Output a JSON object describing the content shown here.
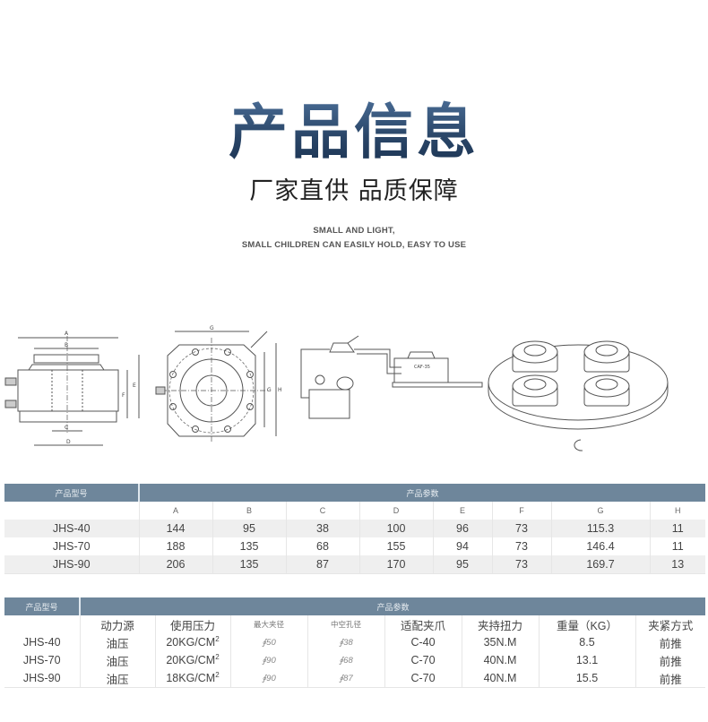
{
  "header": {
    "title": "产品信息",
    "subtitle": "厂家直供 品质保障",
    "tagline_line1": "SMALL AND LIGHT,",
    "tagline_line2": "SMALL CHILDREN CAN EASILY HOLD, EASY TO USE"
  },
  "diagrams": {
    "side_view_labels": [
      "A",
      "B",
      "C",
      "D",
      "E",
      "F"
    ],
    "top_view_labels": [
      "G",
      "H"
    ],
    "pump_panel_text": "CAF-35",
    "items": [
      "side-view-drawing",
      "top-view-drawing",
      "hydraulic-system-drawing",
      "four-chuck-rotary-table-drawing"
    ]
  },
  "table1": {
    "model_header": "产品型号",
    "params_header": "产品参数",
    "columns": [
      "A",
      "B",
      "C",
      "D",
      "E",
      "F",
      "G",
      "H"
    ],
    "rows": [
      {
        "model": "JHS-40",
        "values": [
          "144",
          "95",
          "38",
          "100",
          "96",
          "73",
          "115.3",
          "11"
        ]
      },
      {
        "model": "JHS-70",
        "values": [
          "188",
          "135",
          "68",
          "155",
          "94",
          "73",
          "146.4",
          "11"
        ]
      },
      {
        "model": "JHS-90",
        "values": [
          "206",
          "135",
          "87",
          "170",
          "95",
          "73",
          "169.7",
          "13"
        ]
      }
    ]
  },
  "table2": {
    "model_header": "产品型号",
    "params_header": "产品参数",
    "columns": [
      "动力源",
      "使用压力",
      "最大夹径",
      "中空孔径",
      "适配夹爪",
      "夹持扭力",
      "重量（KG）",
      "夹紧方式"
    ],
    "rows": [
      {
        "model": "JHS-40",
        "power": "油压",
        "pressure": "20KG/CM",
        "pressure_sup": "2",
        "max_clamp": "∮50",
        "bore": "∮38",
        "jaw": "C-40",
        "torque": "35N.M",
        "weight": "8.5",
        "clamp_mode": "前推"
      },
      {
        "model": "JHS-70",
        "power": "油压",
        "pressure": "20KG/CM",
        "pressure_sup": "2",
        "max_clamp": "∮90",
        "bore": "∮68",
        "jaw": "C-70",
        "torque": "40N.M",
        "weight": "13.1",
        "clamp_mode": "前推"
      },
      {
        "model": "JHS-90",
        "power": "油压",
        "pressure": "18KG/CM",
        "pressure_sup": "2",
        "max_clamp": "∮90",
        "bore": "∮87",
        "jaw": "C-70",
        "torque": "40N.M",
        "weight": "15.5",
        "clamp_mode": "前推"
      }
    ]
  },
  "colors": {
    "title_gradient_top": "#4a6d96",
    "title_gradient_bottom": "#1b3352",
    "table_header_bg": "#6e869b",
    "table_alt_row_bg": "#efefef"
  }
}
